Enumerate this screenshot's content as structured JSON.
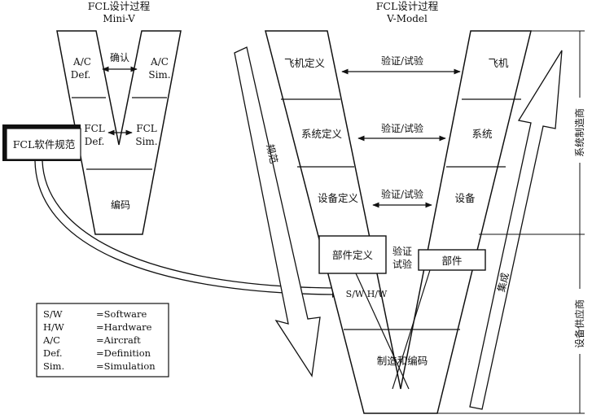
{
  "mini_v": {
    "title": "FCL设计过程",
    "subtitle": "Mini-V",
    "left_top": [
      "A/C",
      "Def."
    ],
    "right_top": [
      "A/C",
      "Sim."
    ],
    "confirm": "确认",
    "left_mid": [
      "FCL",
      "Def."
    ],
    "right_mid": [
      "FCL",
      "Sim."
    ],
    "bottom": "编码"
  },
  "v_model": {
    "title": "FCL设计过程",
    "subtitle": "V-Model",
    "aircraft_def": "飞机定义",
    "aircraft": "飞机",
    "system_def": "系统定义",
    "system": "系统",
    "equipment_def": "设备定义",
    "equipment": "设备",
    "part_def": "部件定义",
    "part": "部件",
    "verify_test": "验证/试验",
    "verify_line1": "验证",
    "verify_line2": "试验",
    "sw_hw": "S/W H/W",
    "manufacture": "制造和编码",
    "spec_arrow": "规范",
    "integrate_arrow": "集成"
  },
  "fcl_spec": "FCL软件规范",
  "side_labels": {
    "system_maker": "系统制造商",
    "equipment_supplier": "设备供应商"
  },
  "legend": [
    {
      "abbr": "S/W",
      "meaning": "=Software"
    },
    {
      "abbr": "H/W",
      "meaning": "=Hardware"
    },
    {
      "abbr": "A/C",
      "meaning": "=Aircraft"
    },
    {
      "abbr": "Def.",
      "meaning": "=Definition"
    },
    {
      "abbr": "Sim.",
      "meaning": "=Simulation"
    }
  ]
}
